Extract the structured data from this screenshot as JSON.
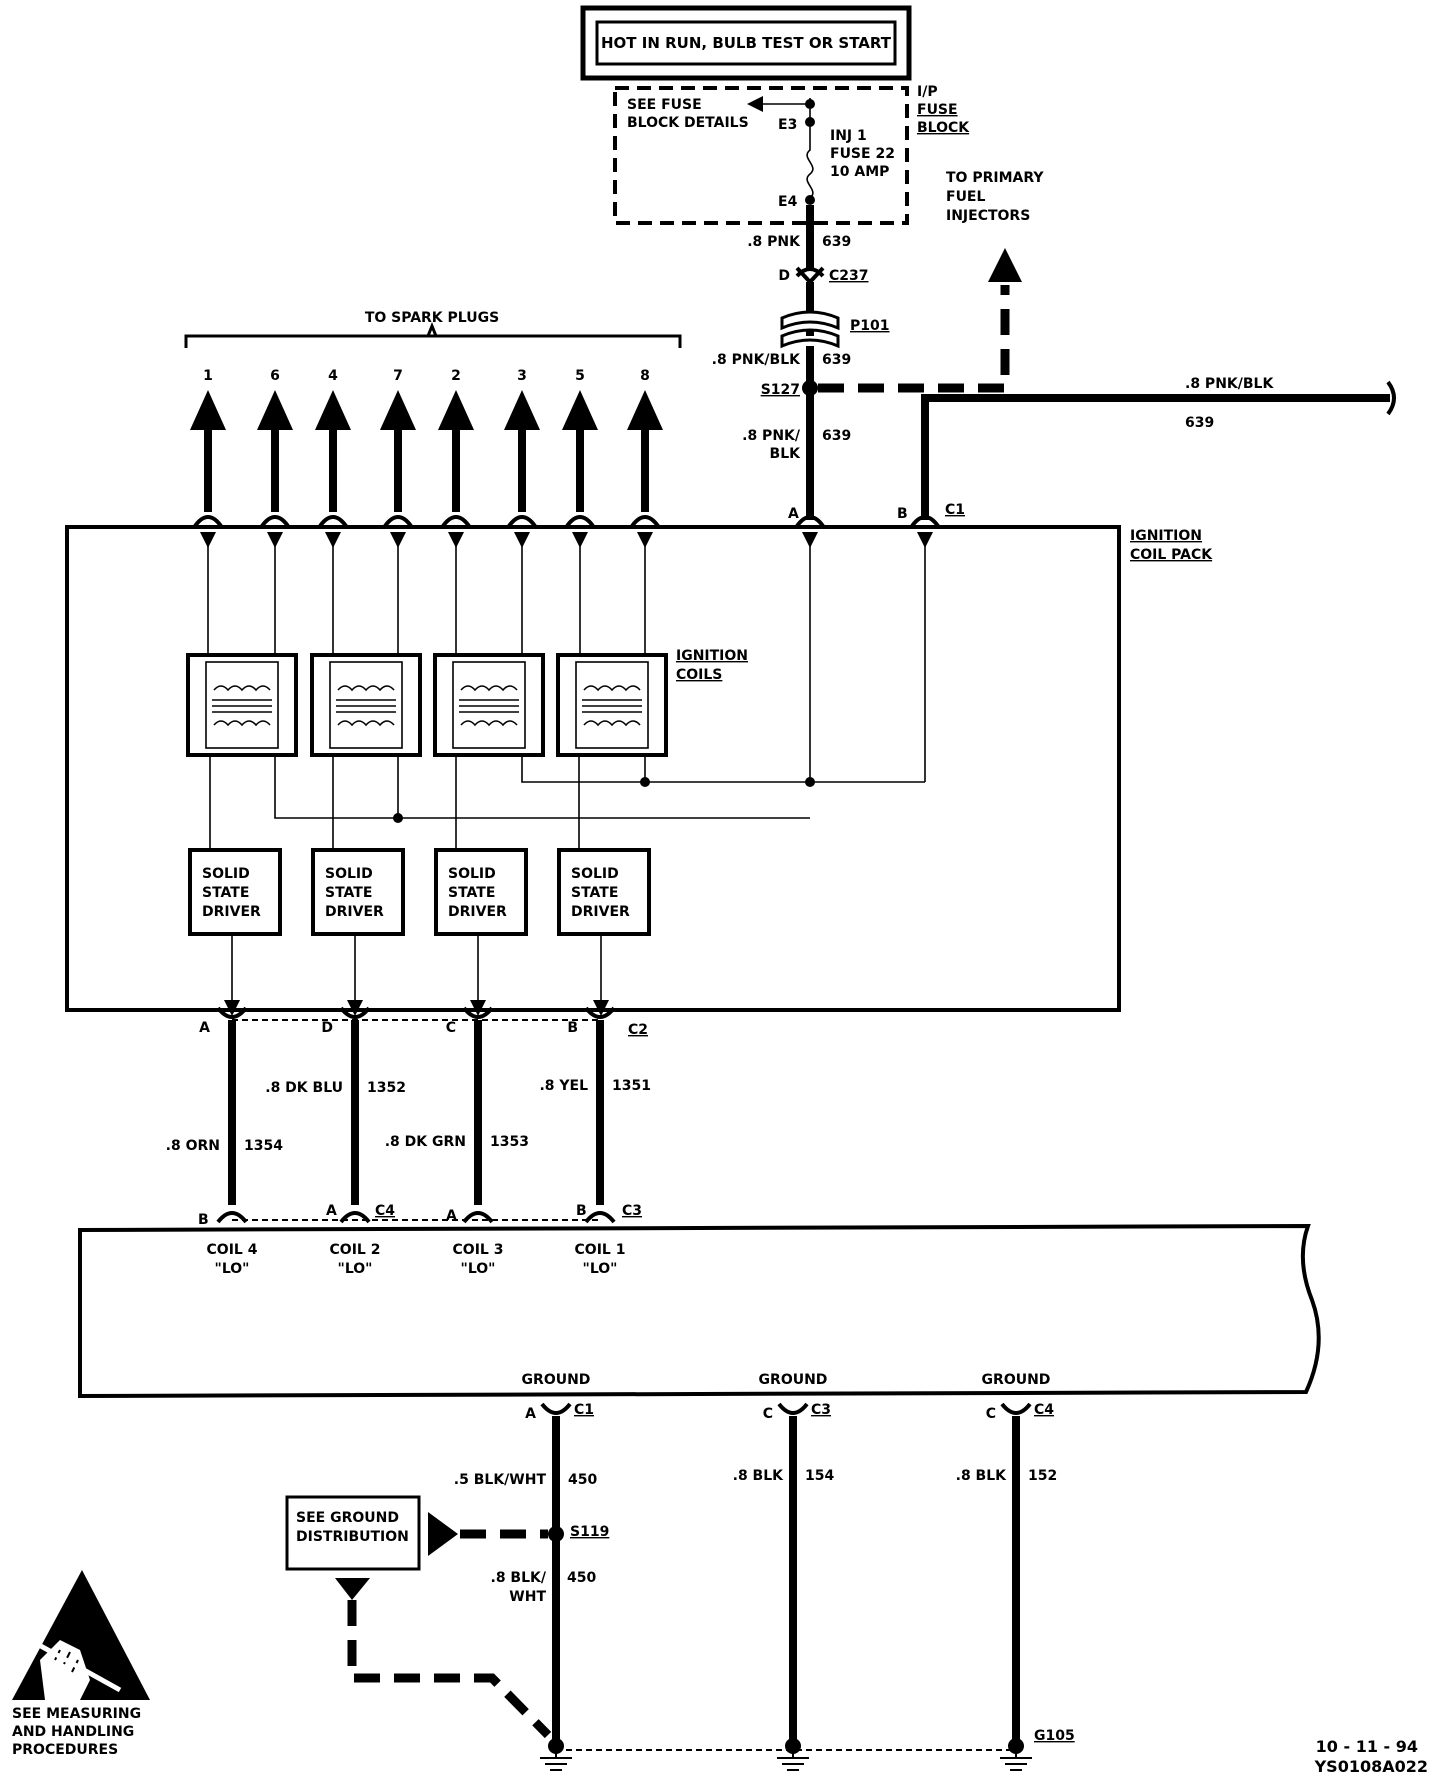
{
  "header": {
    "power_label": "HOT IN RUN, BULB TEST OR START"
  },
  "fuse_block": {
    "see_details": "SEE FUSE",
    "see_details_2": "BLOCK DETAILS",
    "title_1": "I/P",
    "title_2": "FUSE",
    "title_3": "BLOCK",
    "e3": "E3",
    "e4": "E4",
    "fuse_1": "INJ 1",
    "fuse_2": "FUSE 22",
    "fuse_3": "10 AMP"
  },
  "primary_injectors": {
    "line1": "TO PRIMARY",
    "line2": "FUEL",
    "line3": "INJECTORS"
  },
  "supply": {
    "wire1_size": ".8 PNK",
    "wire1_circuit": "639",
    "c237_pin": "D",
    "c237": "C237",
    "p101": "P101",
    "wire2_size": ".8 PNK/BLK",
    "wire2_circuit": "639",
    "s127": "S127",
    "wire3_size_1": ".8 PNK/",
    "wire3_size_2": "BLK",
    "wire3_circuit": "639",
    "right_wire_size": ".8 PNK/BLK",
    "right_wire_circuit": "639"
  },
  "spark_plugs": {
    "title": "TO SPARK PLUGS",
    "numbers": [
      "1",
      "6",
      "4",
      "7",
      "2",
      "3",
      "5",
      "8"
    ]
  },
  "coil_pack": {
    "title_1": "IGNITION",
    "title_2": "COIL PACK",
    "pin_a": "A",
    "pin_b": "B",
    "c1": "C1",
    "coils_label_1": "IGNITION",
    "coils_label_2": "COILS",
    "drivers": [
      {
        "l1": "SOLID",
        "l2": "STATE",
        "l3": "DRIVER"
      },
      {
        "l1": "SOLID",
        "l2": "STATE",
        "l3": "DRIVER"
      },
      {
        "l1": "SOLID",
        "l2": "STATE",
        "l3": "DRIVER"
      },
      {
        "l1": "SOLID",
        "l2": "STATE",
        "l3": "DRIVER"
      }
    ]
  },
  "c2_connector": {
    "pins": [
      "A",
      "D",
      "C",
      "B"
    ],
    "name": "C2"
  },
  "coil_wires": [
    {
      "size": ".8 ORN",
      "circuit": "1354"
    },
    {
      "size": ".8 DK BLU",
      "circuit": "1352"
    },
    {
      "size": ".8 DK GRN",
      "circuit": "1353"
    },
    {
      "size": ".8 YEL",
      "circuit": "1351"
    }
  ],
  "pcm_pins": {
    "p1": "B",
    "p2": "A",
    "c4": "C4",
    "p3": "A",
    "p4": "B",
    "c3": "C3"
  },
  "pcm_outputs": [
    {
      "l1": "COIL 4",
      "l2": "\"LO\""
    },
    {
      "l1": "COIL 2",
      "l2": "\"LO\""
    },
    {
      "l1": "COIL 3",
      "l2": "\"LO\""
    },
    {
      "l1": "COIL 1",
      "l2": "\"LO\""
    }
  ],
  "grounds": [
    {
      "label": "GROUND",
      "pin": "A",
      "conn": "C1",
      "size": ".5 BLK/WHT",
      "circuit": "450"
    },
    {
      "label": "GROUND",
      "pin": "C",
      "conn": "C3",
      "size": ".8 BLK",
      "circuit": "154"
    },
    {
      "label": "GROUND",
      "pin": "C",
      "conn": "C4",
      "size": ".8 BLK",
      "circuit": "152"
    }
  ],
  "ground_dist": {
    "line1": "SEE GROUND",
    "line2": "DISTRIBUTION",
    "s119": "S119",
    "lower_size_1": ".8 BLK/",
    "lower_size_2": "WHT",
    "lower_circuit": "450",
    "g105": "G105"
  },
  "esd": {
    "line1": "SEE MEASURING",
    "line2": "AND HANDLING",
    "line3": "PROCEDURES"
  },
  "footer": {
    "date": "10 - 11 - 94",
    "code": "YS0108A022"
  }
}
